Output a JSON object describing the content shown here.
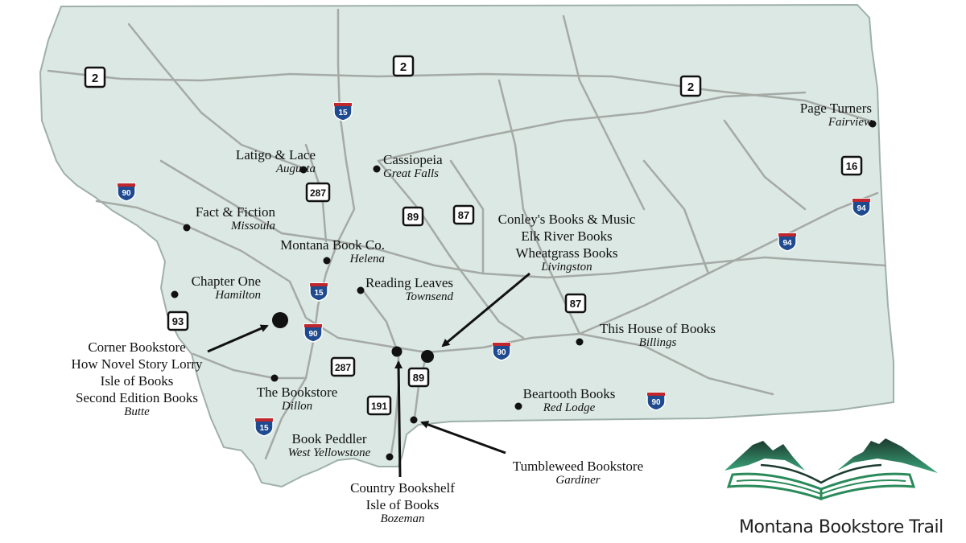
{
  "logo": {
    "text": "Montana Bookstore Trail"
  },
  "highway_labels": {
    "us2": "2",
    "i15": "15",
    "i90": "90",
    "i94": "94",
    "us287": "287",
    "us89": "89",
    "us87": "87",
    "us93": "93",
    "us191": "191",
    "mt16": "16"
  },
  "stores": [
    {
      "names": [
        "Page Turners"
      ],
      "city": "Fairview"
    },
    {
      "names": [
        "Latigo & Lace"
      ],
      "city": "Augusta"
    },
    {
      "names": [
        "Cassiopeia"
      ],
      "city": "Great Falls"
    },
    {
      "names": [
        "Fact & Fiction"
      ],
      "city": "Missoula"
    },
    {
      "names": [
        "Conley's Books & Music",
        "Elk River Books",
        "Wheatgrass Books"
      ],
      "city": "Livingston"
    },
    {
      "names": [
        "Montana Book Co."
      ],
      "city": "Helena"
    },
    {
      "names": [
        "Chapter One"
      ],
      "city": "Hamilton"
    },
    {
      "names": [
        "Reading Leaves"
      ],
      "city": "Townsend"
    },
    {
      "names": [
        "Corner Bookstore",
        "How Novel Story Lorry",
        "Isle of Books",
        "Second Edition Books"
      ],
      "city": "Butte"
    },
    {
      "names": [
        "This House of Books"
      ],
      "city": "Billings"
    },
    {
      "names": [
        "The Bookstore"
      ],
      "city": "Dillon"
    },
    {
      "names": [
        "Beartooth Books"
      ],
      "city": "Red Lodge"
    },
    {
      "names": [
        "Book Peddler"
      ],
      "city": "West Yellowstone"
    },
    {
      "names": [
        "Tumbleweed Bookstore"
      ],
      "city": "Gardiner"
    },
    {
      "names": [
        "Country Bookshelf",
        "Isle of Books"
      ],
      "city": "Bozeman"
    }
  ],
  "colors": {
    "land": "#dbe8e3",
    "border": "#9fb0aa",
    "road": "#a6aaa6",
    "marker": "#111111",
    "interstate_blue": "#1f4a8f",
    "interstate_red": "#c0262d",
    "logo_green": "#2a8a5a",
    "logo_dark": "#1c3a2e"
  }
}
